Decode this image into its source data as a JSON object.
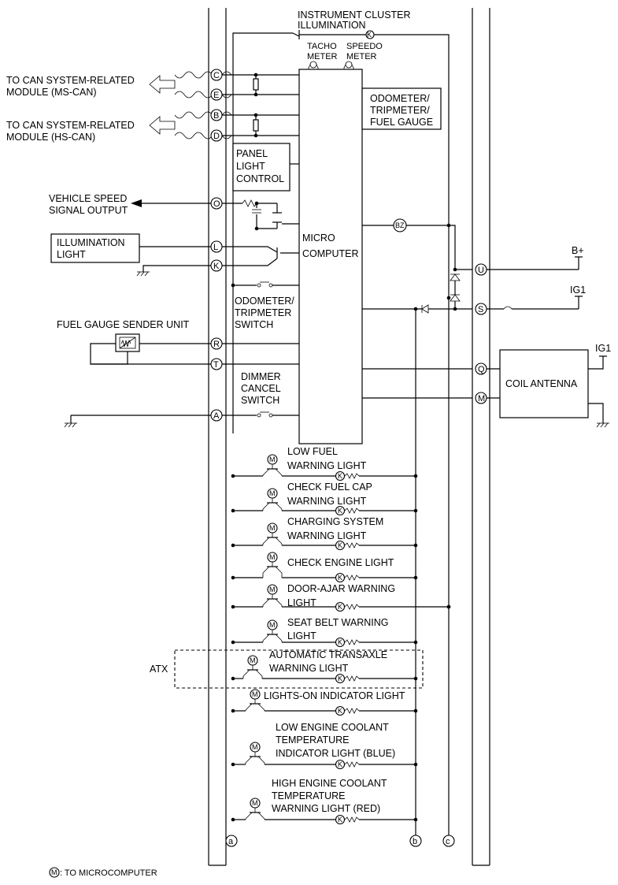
{
  "labels": {
    "instrument_cluster_illumination": [
      "INSTRUMENT CLUSTER",
      "ILLUMINATION"
    ],
    "tacho_meter": [
      "TACHO",
      "METER"
    ],
    "speedo_meter": [
      "SPEEDO",
      "METER"
    ],
    "odometer_tripmeter_fuel_gauge": [
      "ODOMETER/",
      "TRIPMETER/",
      "FUEL GAUGE"
    ],
    "can_ms": [
      "TO CAN SYSTEM-RELATED",
      "MODULE (MS-CAN)"
    ],
    "can_hs": [
      "TO CAN SYSTEM-RELATED",
      "MODULE (HS-CAN)"
    ],
    "panel_light_control": [
      "PANEL",
      "LIGHT",
      "CONTROL"
    ],
    "vehicle_speed_signal_output": [
      "VEHICLE SPEED",
      "SIGNAL OUTPUT"
    ],
    "illumination_light": [
      "ILLUMINATION",
      "LIGHT"
    ],
    "micro_computer": [
      "MICRO",
      "COMPUTER"
    ],
    "odometer_tripmeter_switch": [
      "ODOMETER/",
      "TRIPMETER",
      "SWITCH"
    ],
    "fuel_gauge_sender_unit": "FUEL GAUGE SENDER UNIT",
    "dimmer_cancel_switch": [
      "DIMMER",
      "CANCEL",
      "SWITCH"
    ],
    "coil_antenna": "COIL ANTENNA",
    "bplus": "B+",
    "ig1_top": "IG1",
    "ig1_antenna": "IG1",
    "bz": "BZ",
    "atx": "ATX",
    "legend_symbol": "M",
    "legend_text": ": TO MICROCOMPUTER"
  },
  "terminals_left": [
    "C",
    "E",
    "B",
    "D",
    "O",
    "L",
    "K",
    "R",
    "T",
    "A"
  ],
  "terminals_right": [
    "U",
    "S",
    "Q",
    "M"
  ],
  "bus_labels": [
    "a",
    "b",
    "c"
  ],
  "warning_lights": [
    [
      "LOW FUEL",
      "WARNING LIGHT"
    ],
    [
      "CHECK FUEL CAP",
      "WARNING LIGHT"
    ],
    [
      "CHARGING SYSTEM",
      "WARNING LIGHT"
    ],
    [
      "CHECK ENGINE LIGHT"
    ],
    [
      "DOOR-AJAR WARNING",
      "LIGHT"
    ],
    [
      "SEAT BELT WARNING",
      "LIGHT"
    ],
    [
      "AUTOMATIC TRANSAXLE",
      "WARNING LIGHT"
    ],
    [
      "LIGHTS-ON INDICATOR LIGHT"
    ],
    [
      "LOW ENGINE COOLANT",
      "TEMPERATURE",
      "INDICATOR LIGHT (BLUE)"
    ],
    [
      "HIGH ENGINE COOLANT",
      "TEMPERATURE",
      "WARNING LIGHT (RED)"
    ]
  ],
  "m_symbol": "M",
  "k_symbol": "K"
}
